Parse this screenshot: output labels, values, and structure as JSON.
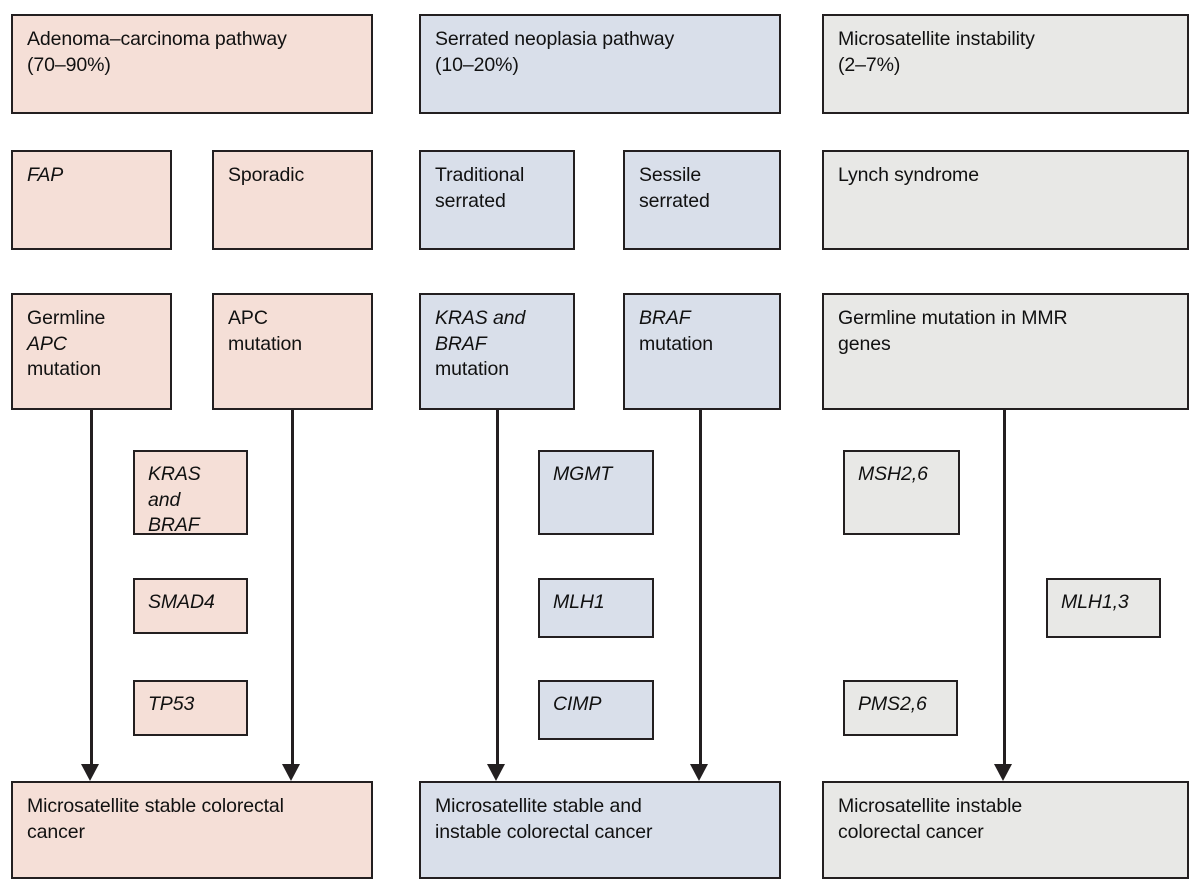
{
  "figure": {
    "title": "Colorectal cancer molecular pathways flow diagram",
    "colors": {
      "adenoma_carcinoma_fill": "#f5dfd7",
      "serrated_fill": "#d9dfea",
      "msi_fill": "#e8e8e6",
      "stroke": "#231f20"
    }
  },
  "columns": [
    {
      "id": "adenoma-carcinoma",
      "header": "Adenoma–carcinoma pathway\n(70–90%)",
      "header_line1": "Adenoma–carcinoma pathway",
      "header_line2": "(70–90%)",
      "subtypes": [
        {
          "label": "FAP",
          "italic": true
        },
        {
          "label": "Sporadic",
          "italic": false
        }
      ],
      "mutations": [
        {
          "line1": "Germline",
          "line2": "APC",
          "line3": "mutation",
          "italic_line": 2
        },
        {
          "line1": "APC",
          "line2": "mutation",
          "line3": "",
          "italic_line": 0
        }
      ],
      "genes": [
        {
          "label": "KRAS and\nBRAF",
          "line1": "KRAS and",
          "line2": "BRAF"
        },
        {
          "label": "SMAD4",
          "line1": "SMAD4",
          "line2": ""
        },
        {
          "label": "TP53",
          "line1": "TP53",
          "line2": ""
        }
      ],
      "outcome_line1": "Microsatellite stable colorectal",
      "outcome_line2": "cancer"
    },
    {
      "id": "serrated-neoplasia",
      "header": "Serrated neoplasia pathway\n(10–20%)",
      "header_line1": "Serrated neoplasia pathway",
      "header_line2": "(10–20%)",
      "subtypes": [
        {
          "label": "Traditional\nserrated",
          "line1": "Traditional",
          "line2": "serrated"
        },
        {
          "label": "Sessile\nserrated",
          "line1": "Sessile",
          "line2": "serrated"
        }
      ],
      "mutations": [
        {
          "line1": "KRAS and",
          "line2": "BRAF",
          "line3": "mutation"
        },
        {
          "line1": "BRAF",
          "line2": "mutation",
          "line3": ""
        }
      ],
      "genes": [
        {
          "label": "MGMT"
        },
        {
          "label": "MLH1"
        },
        {
          "label": "CIMP"
        }
      ],
      "outcome_line1": "Microsatellite stable and",
      "outcome_line2": "instable colorectal cancer"
    },
    {
      "id": "microsatellite-instability",
      "header": "Microsatellite instability\n(2–7%)",
      "header_line1": "Microsatellite instability",
      "header_line2": "(2–7%)",
      "subtypes": [
        {
          "label": "Lynch syndrome"
        }
      ],
      "mutations": [
        {
          "line1": "Germline mutation in MMR",
          "line2": "genes"
        }
      ],
      "genes": [
        {
          "label": "MSH2,6"
        },
        {
          "label": "MLH1,3"
        },
        {
          "label": "PMS2,6"
        }
      ],
      "outcome_line1": "Microsatellite instable",
      "outcome_line2": "colorectal cancer"
    }
  ]
}
